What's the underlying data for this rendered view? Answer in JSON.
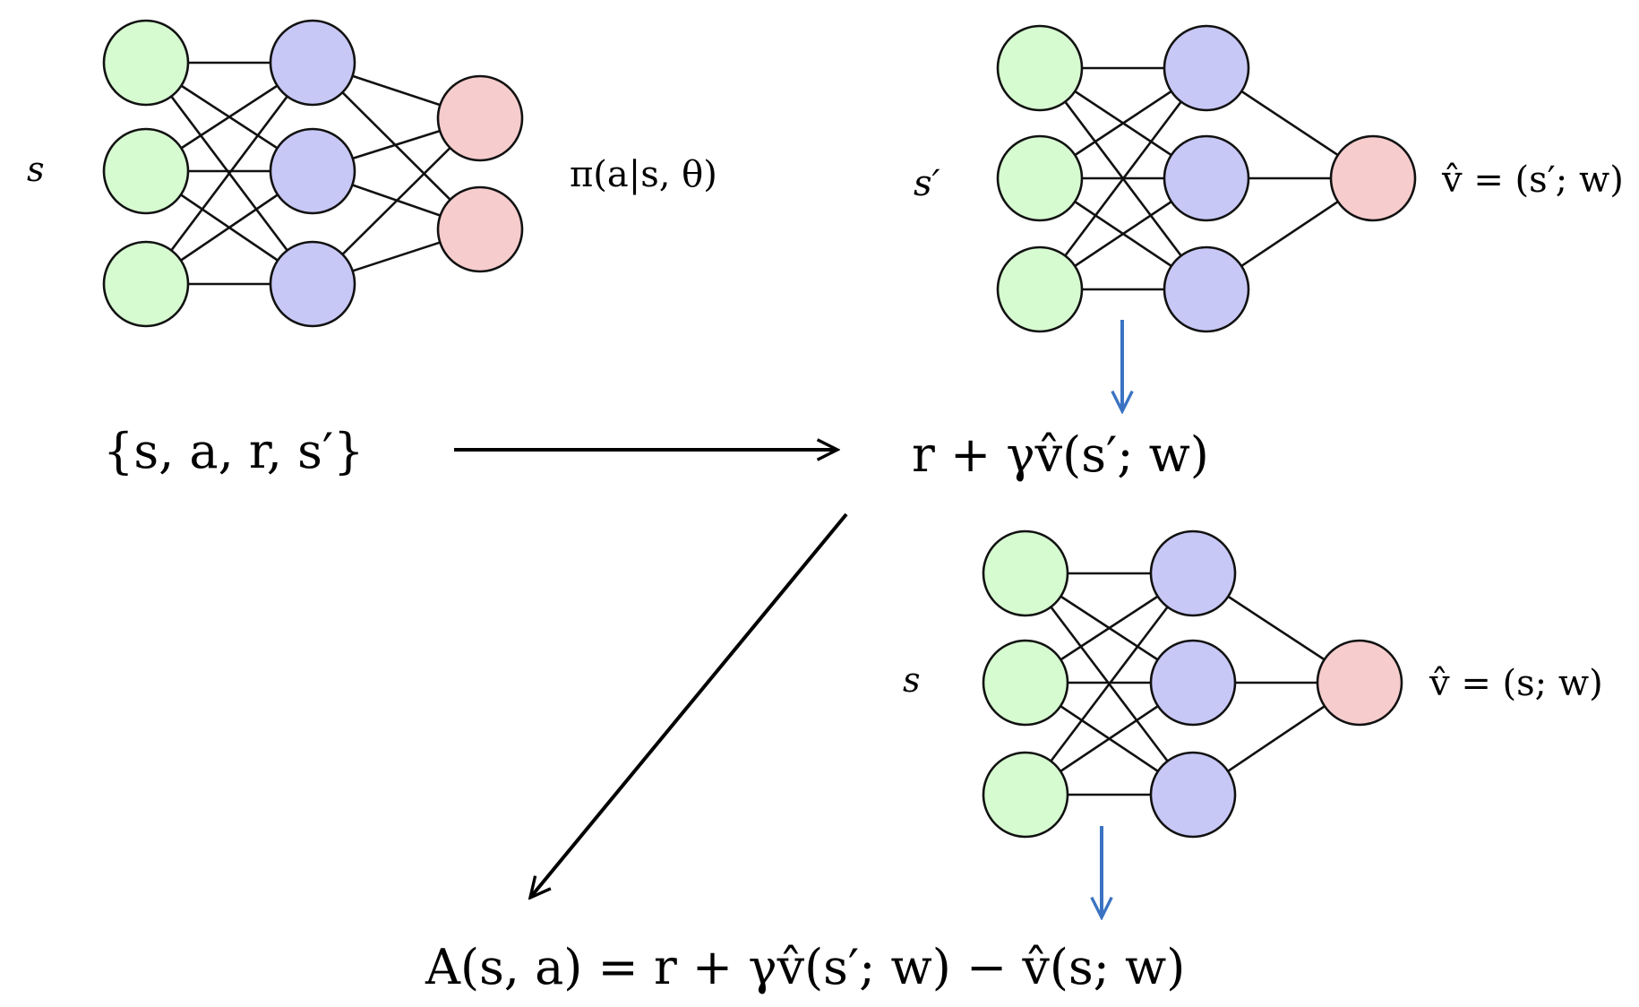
{
  "colors": {
    "input_node": "#d6fbd0",
    "hidden_node": "#c8c8f7",
    "output_node": "#f6cccd",
    "node_stroke": "#111111",
    "edge": "#111111",
    "blue_arrow": "#3a73c2",
    "black_arrow": "#000000"
  },
  "policy_net": {
    "input_label": "s",
    "output_label": "π(a|s, θ)",
    "layers": [
      3,
      3,
      2
    ]
  },
  "value_net_next": {
    "input_label": "s′",
    "output_label": "v̂ = (s′; w)",
    "layers": [
      3,
      3,
      1
    ]
  },
  "value_net_current": {
    "input_label": "s",
    "output_label": "v̂ = (s; w)",
    "layers": [
      3,
      3,
      1
    ]
  },
  "transition_label": "{s, a, r, s′}",
  "td_target_label": "r + γv̂(s′; w)",
  "advantage_label": "A(s, a) = r + γv̂(s′; w) − v̂(s; w)"
}
